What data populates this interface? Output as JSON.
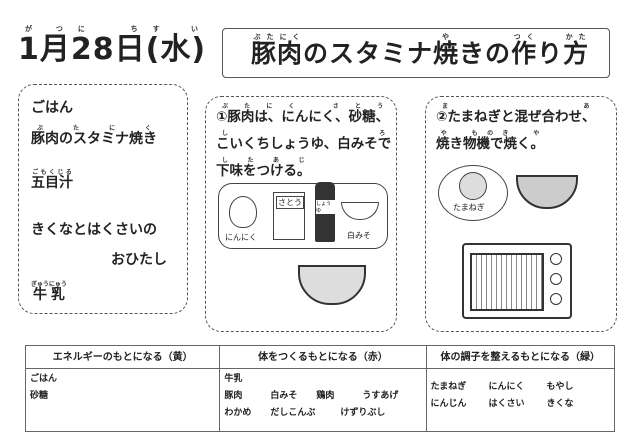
{
  "date": {
    "month": "1",
    "month_unit": "月",
    "month_ruby": "がつ",
    "day": "28",
    "day_unit": "日",
    "day_ruby": "にち",
    "weekday": "(水)",
    "weekday_ruby": "すい"
  },
  "title": {
    "text1": "豚肉",
    "ruby1": "ぶたにく",
    "text2": "のスタミナ",
    "text3": "焼",
    "ruby3": "や",
    "text4": "きの",
    "text5": "作",
    "ruby5": "つく",
    "text6": "り",
    "text7": "方",
    "ruby7": "かた"
  },
  "menu": [
    {
      "label": "ごはん",
      "ruby": ""
    },
    {
      "label": "豚肉のスタミナ焼き",
      "ruby": "ぶたにく"
    },
    {
      "label": "五目汁",
      "ruby": "ごもくじる"
    },
    {
      "label": "きくなとはくさいの",
      "ruby": ""
    },
    {
      "label": "おひたし",
      "ruby": ""
    },
    {
      "label": "牛乳",
      "ruby": "ぎゅうにゅう"
    }
  ],
  "steps": [
    {
      "lines": [
        "①豚肉は、にんにく、砂糖、",
        "こいくちしょうゆ、白みそで",
        "下味をつける。"
      ],
      "ruby": [
        "ぶたにく　さとう",
        "しろ",
        "したあじ"
      ],
      "items": [
        "にんにく",
        "さとう",
        "しょうゆ",
        "白みそ"
      ]
    },
    {
      "lines": [
        "②たまねぎと混ぜ合わせ、",
        "焼き物機で焼く。"
      ],
      "ruby": [
        "ま　あ",
        "や　ものき　や"
      ],
      "items": [
        "たまねぎ"
      ]
    }
  ],
  "table": {
    "headers": [
      "エネルギーのもとになる（黄）",
      "体をつくるもとになる（赤）",
      "体の調子を整えるもとになる（緑）"
    ],
    "yellow": [
      "ごはん",
      "砂糖"
    ],
    "red": [
      [
        "牛乳"
      ],
      [
        "豚肉",
        "白みそ",
        "鶏肉",
        "うすあげ"
      ],
      [
        "わかめ",
        "だしこんぶ",
        "けずりぶし"
      ]
    ],
    "green": [
      [
        "たまねぎ",
        "にんにく",
        "もやし"
      ],
      [
        "にんじん",
        "はくさい",
        "きくな"
      ]
    ]
  }
}
